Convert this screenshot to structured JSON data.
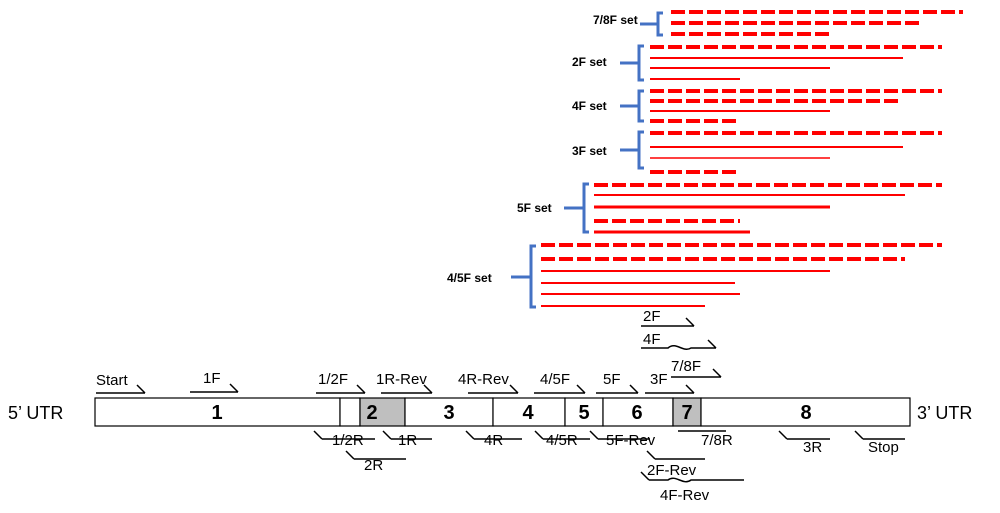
{
  "utr": {
    "left": "5’ UTR",
    "right": "3’ UTR"
  },
  "exons": [
    {
      "label": "1",
      "shaded": false
    },
    {
      "label": "",
      "shaded": false
    },
    {
      "label": "2",
      "shaded": true
    },
    {
      "label": "3",
      "shaded": false
    },
    {
      "label": "4",
      "shaded": false
    },
    {
      "label": "5",
      "shaded": false
    },
    {
      "label": "6",
      "shaded": false
    },
    {
      "label": "7",
      "shaded": true
    },
    {
      "label": "8",
      "shaded": false
    }
  ],
  "forward_primers": [
    "Start",
    "1F",
    "1/2F",
    "1R-Rev",
    "4R-Rev",
    "4/5F",
    "5F",
    "3F",
    "7/8F",
    "2F",
    "4F"
  ],
  "reverse_primers": [
    "1/2R",
    "2R",
    "1R",
    "4R",
    "4/5R",
    "5F-Rev",
    "7/8R",
    "3R",
    "Stop",
    "2F-Rev",
    "4F-Rev"
  ],
  "sets": [
    "7/8F set",
    "2F set",
    "4F set",
    "3F set",
    "5F set",
    "4/5F set"
  ],
  "colors": {
    "bracket": "#4472c4",
    "product": "#ff0000",
    "shaded_exon": "#bfbfbf",
    "outline": "#000000"
  }
}
